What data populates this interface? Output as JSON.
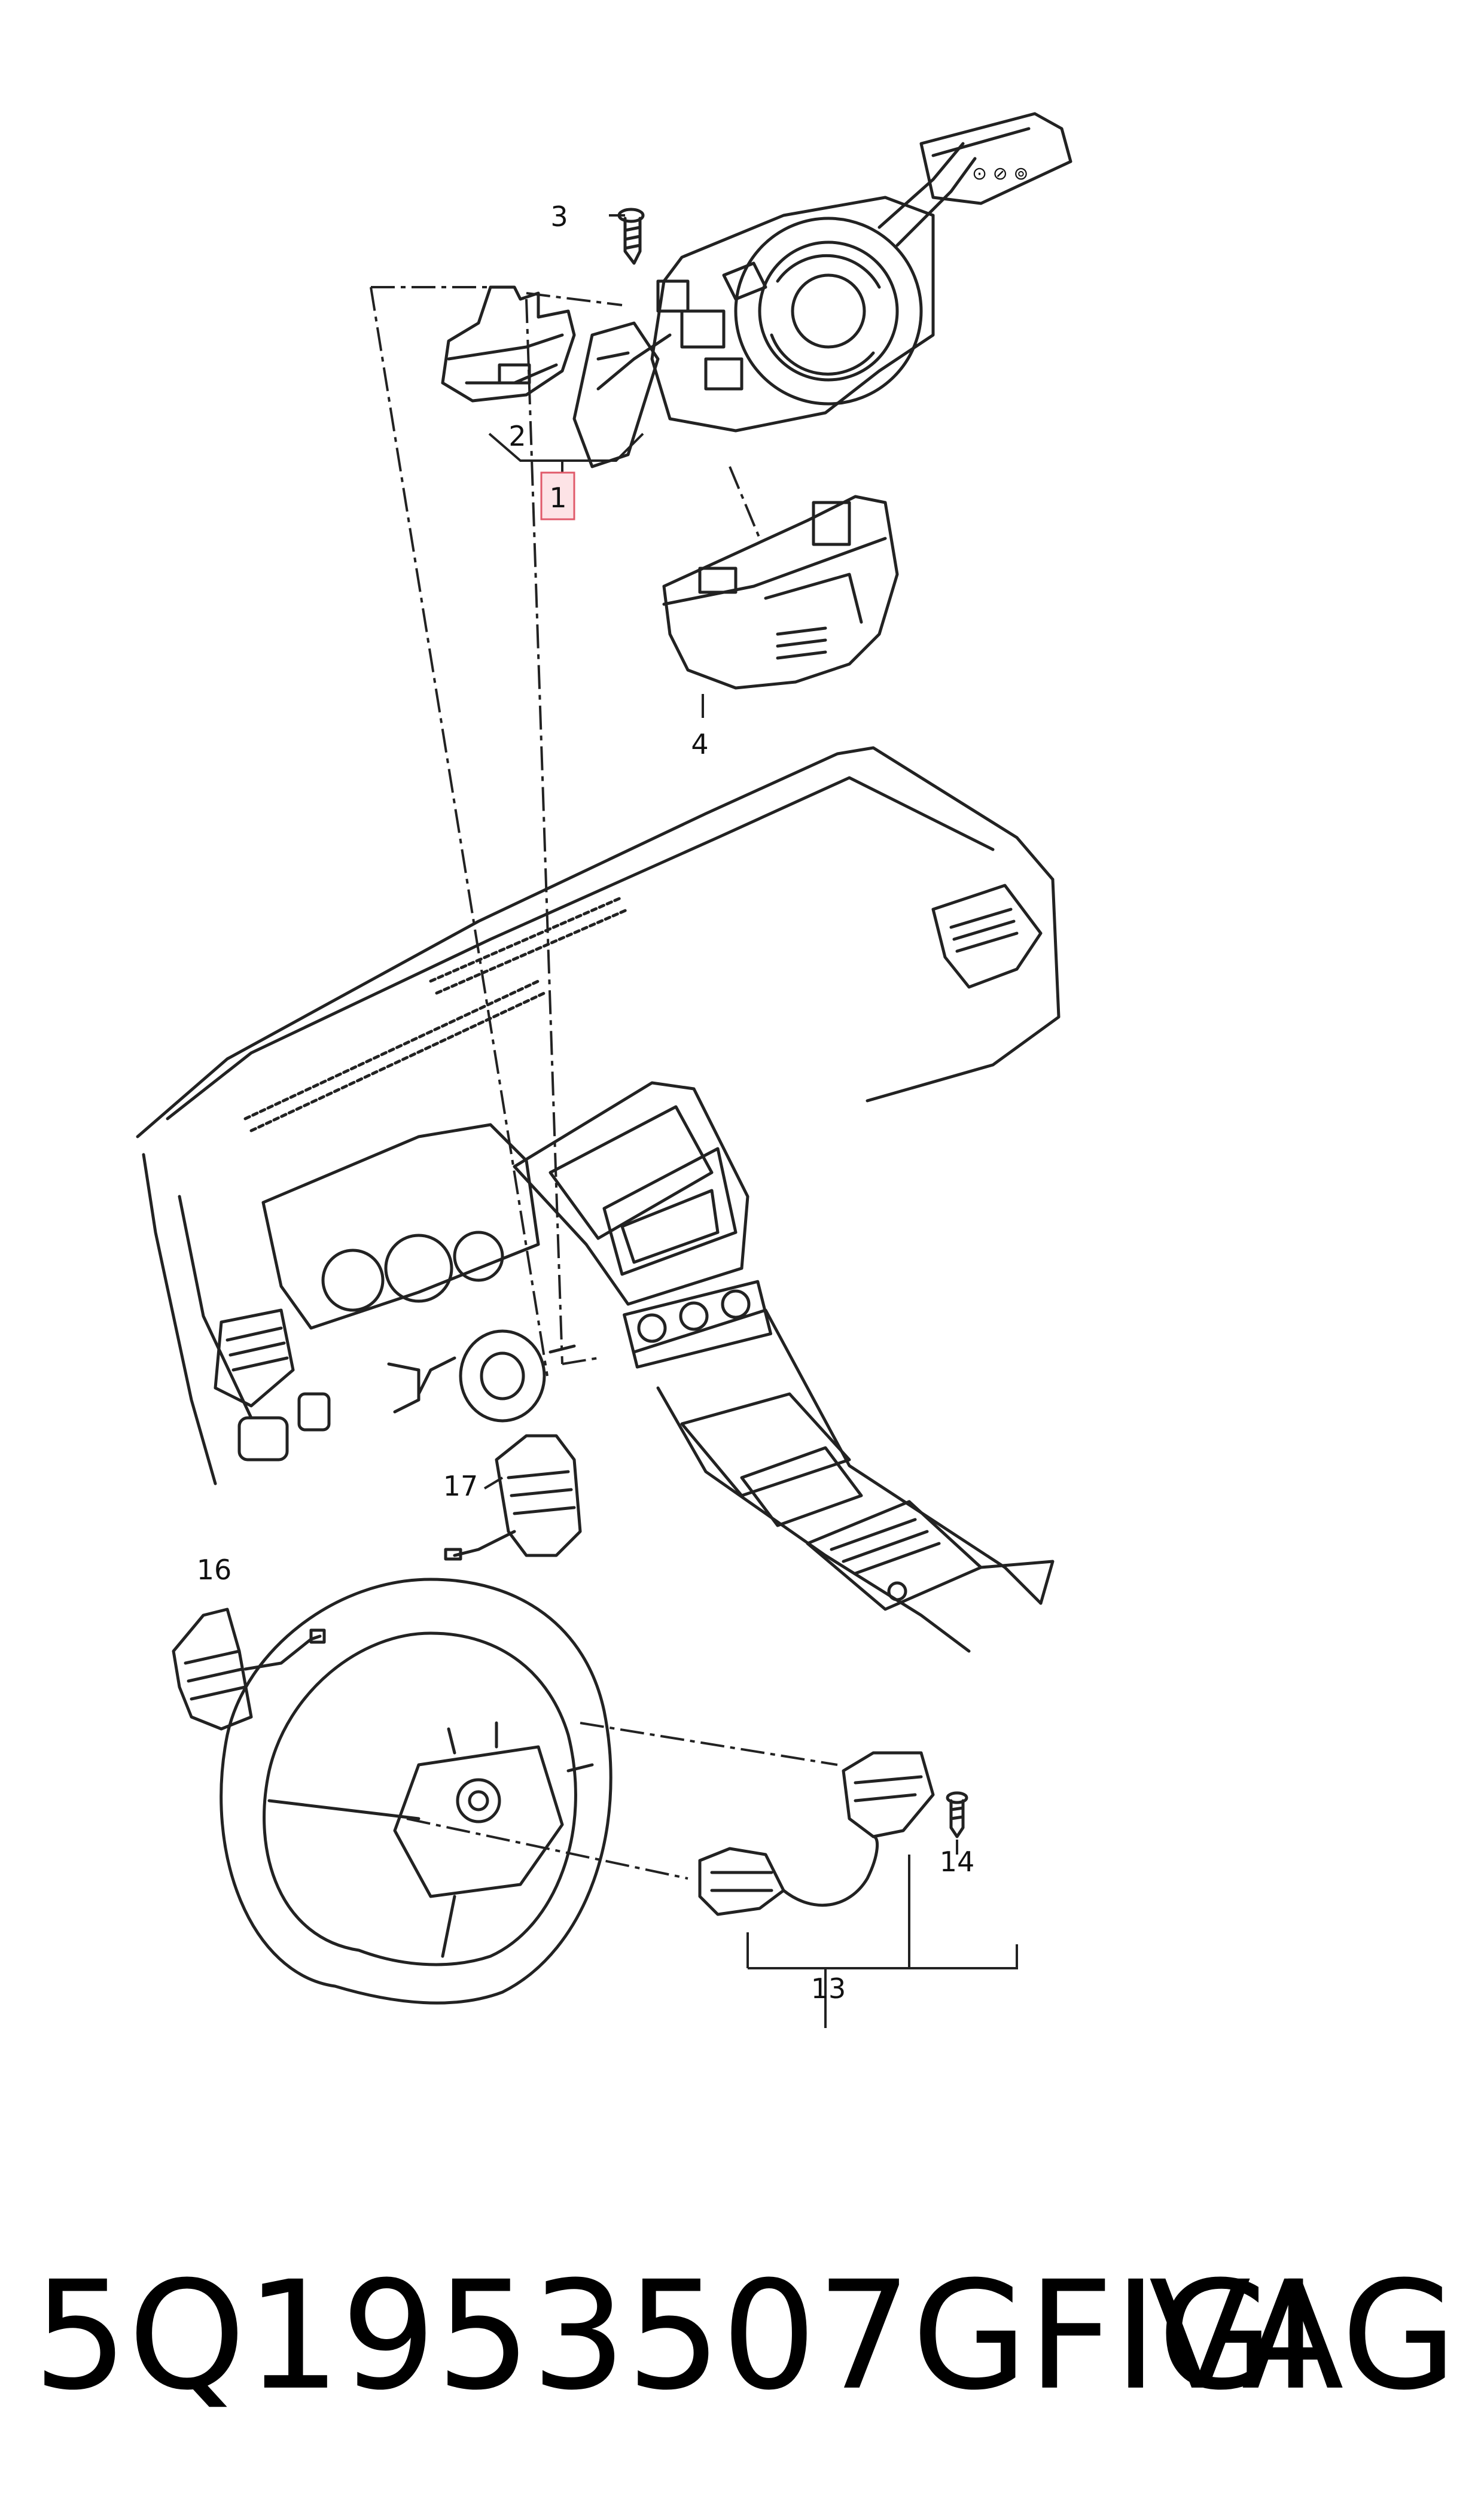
{
  "callouts": {
    "c1": "1",
    "c2": "2",
    "c3": "3",
    "c4": "4",
    "c13": "13",
    "c14": "14",
    "c16": "16",
    "c17": "17"
  },
  "footer": {
    "part_number": "5Q1953507GFIGI",
    "brand": "VAG"
  },
  "colors": {
    "line": "#222222",
    "callout_highlight_fill": "#fde3e6",
    "callout_highlight_border": "#e05a6a"
  }
}
